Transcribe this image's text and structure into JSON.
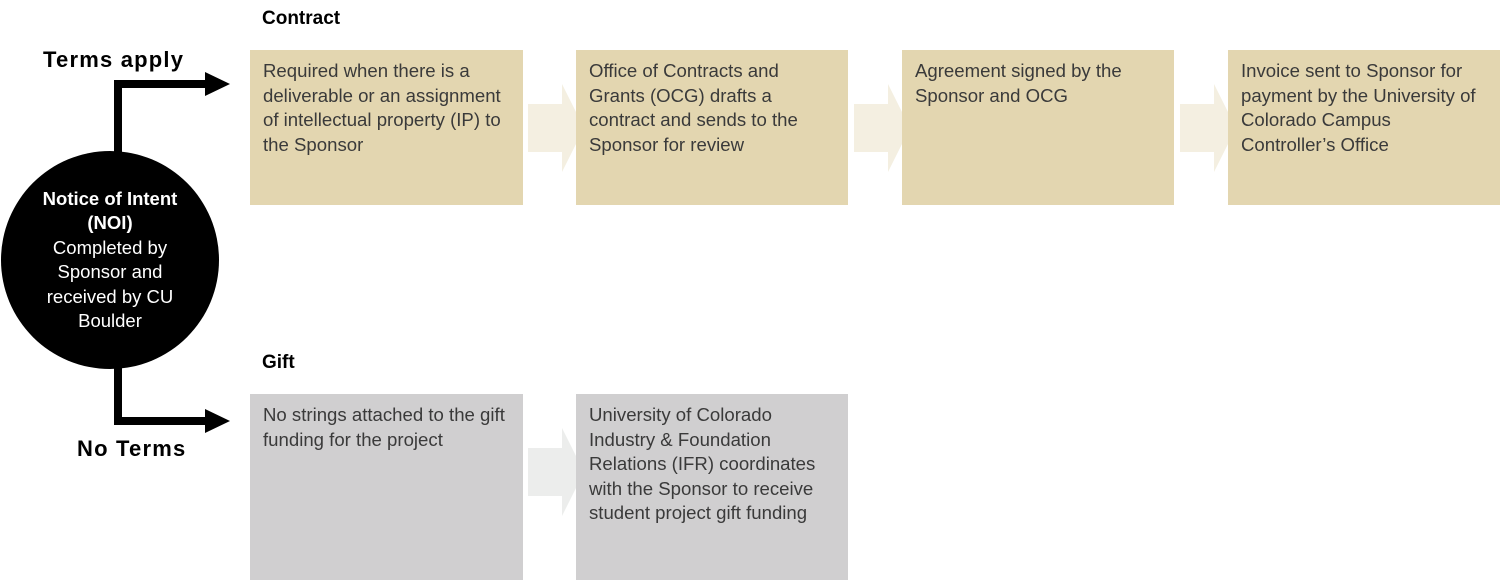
{
  "noi": {
    "title": "Notice of Intent (NOI)",
    "description": "Completed by Sponsor and received by CU Boulder"
  },
  "branches": {
    "terms_apply": "Terms apply",
    "no_terms": "No Terms"
  },
  "contract": {
    "label": "Contract",
    "steps": [
      "Required when there is a deliverable or an assignment of intellectual property (IP) to the Sponsor",
      "Office of Contracts and Grants (OCG) drafts a contract and sends to the Sponsor for review",
      "Agreement signed by the Sponsor and OCG",
      "Invoice sent to Sponsor for payment by the University of Colorado Campus Controller’s Office"
    ]
  },
  "gift": {
    "label": "Gift",
    "steps": [
      "No strings attached to the gift funding for the project",
      "University of Colorado Industry & Foundation Relations (IFR) coordinates with the Sponsor to receive student project gift funding"
    ]
  },
  "colors": {
    "contract_box": "#e3d6b0",
    "gift_box": "#d0cfd0",
    "contract_chevron": "#f4efe1",
    "gift_chevron": "#ecedec",
    "node": "#000000"
  }
}
